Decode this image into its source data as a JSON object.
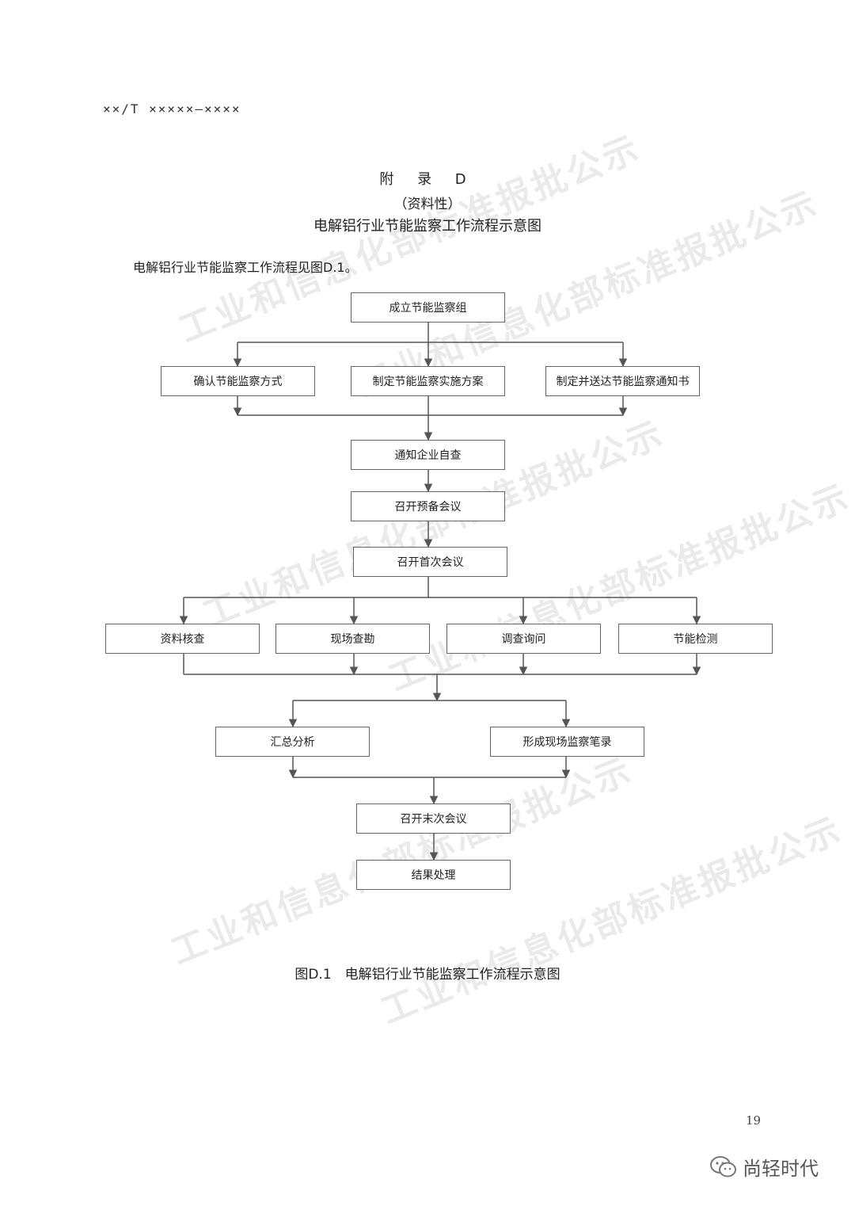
{
  "header": {
    "standard_code": "××/T ×××××—××××"
  },
  "appendix": {
    "label": "附 录 D",
    "nature": "（资料性）",
    "title": "电解铝行业节能监察工作流程示意图",
    "intro": "电解铝行业节能监察工作流程见图D.1。"
  },
  "flowchart": {
    "step1": "成立节能监察组",
    "step2a": "确认节能监察方式",
    "step2b": "制定节能监察实施方案",
    "step2c": "制定并送达节能监察通知书",
    "step3": "通知企业自查",
    "step4": "召开预备会议",
    "step5": "召开首次会议",
    "step6a": "资料核查",
    "step6b": "现场查勘",
    "step6c": "调查询问",
    "step6d": "节能检测",
    "step7a": "汇总分析",
    "step7b": "形成现场监察笔录",
    "step8": "召开末次会议",
    "step9": "结果处理"
  },
  "caption": "图D.1　电解铝行业节能监察工作流程示意图",
  "page_number": "19",
  "watermark": "工业和信息化部标准报批公示",
  "brand": {
    "name": "尚轻时代",
    "icon": "wechat-icon"
  }
}
